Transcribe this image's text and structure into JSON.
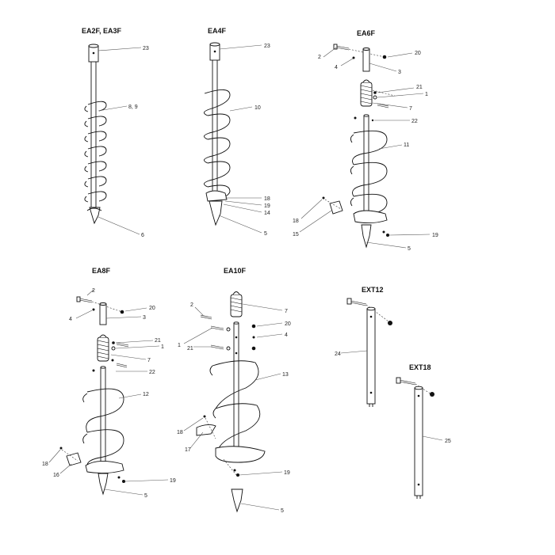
{
  "colors": {
    "line": "#111111",
    "background": "#ffffff"
  },
  "models": {
    "ea2f_ea3f": {
      "title": "EA2F, EA3F",
      "labels": [
        "23",
        "8, 9",
        "6"
      ]
    },
    "ea4f": {
      "title": "EA4F",
      "labels": [
        "23",
        "10",
        "18",
        "19",
        "14",
        "5"
      ]
    },
    "ea6f": {
      "title": "EA6F",
      "labels": [
        "2",
        "20",
        "4",
        "3",
        "21",
        "1",
        "7",
        "22",
        "11",
        "18",
        "15",
        "19",
        "5"
      ]
    },
    "ea8f": {
      "title": "EA8F",
      "labels": [
        "2",
        "20",
        "4",
        "3",
        "21",
        "1",
        "7",
        "22",
        "12",
        "18",
        "16",
        "19",
        "5"
      ]
    },
    "ea10f": {
      "title": "EA10F",
      "labels": [
        "7",
        "2",
        "20",
        "1",
        "21",
        "4",
        "13",
        "18",
        "17",
        "19",
        "5"
      ]
    },
    "ext12": {
      "title": "EXT12",
      "labels": [
        "24"
      ]
    },
    "ext18": {
      "title": "EXT18",
      "labels": [
        "25"
      ]
    }
  }
}
